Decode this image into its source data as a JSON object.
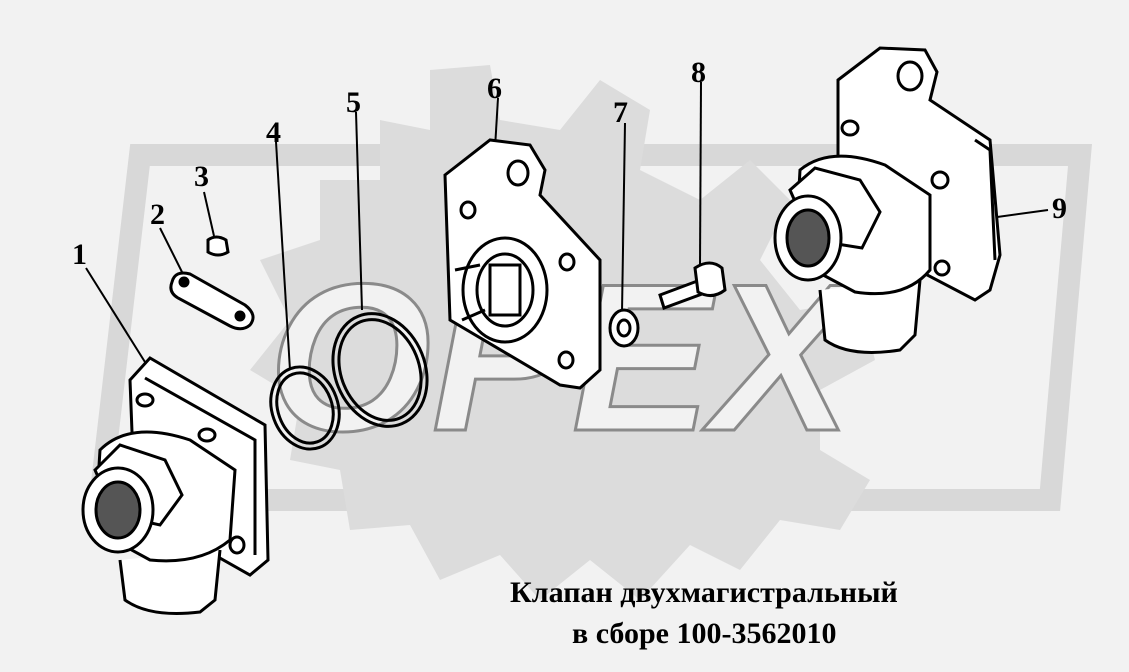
{
  "watermark": {
    "text": "OPEX"
  },
  "callouts": [
    "1",
    "2",
    "3",
    "4",
    "5",
    "6",
    "7",
    "8",
    "9"
  ],
  "title": {
    "line1": "Клапан двухмагистральный",
    "line2": "в сборе 100-3562010"
  }
}
